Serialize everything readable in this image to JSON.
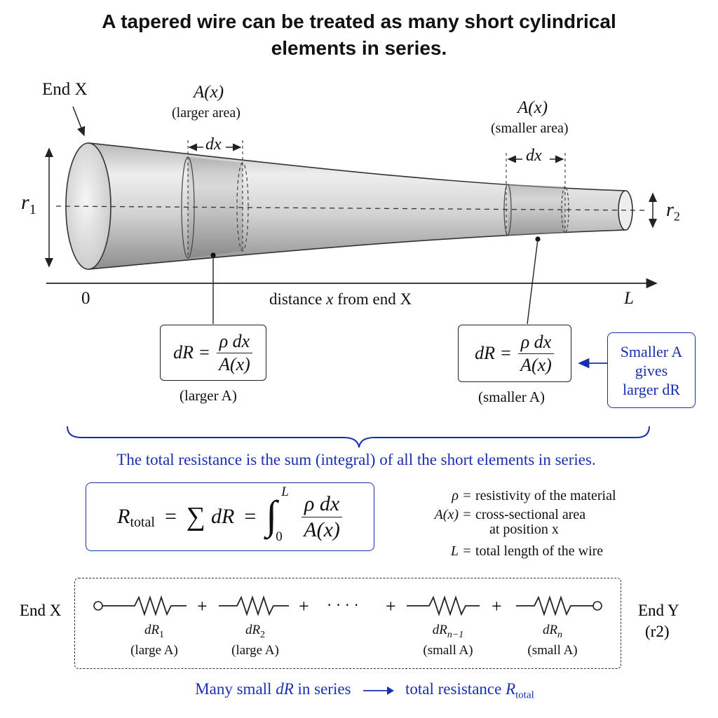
{
  "title": {
    "line1": "A tapered wire can be treated as many short cylindrical",
    "line2": "elements in series."
  },
  "labels": {
    "end_x": "End X",
    "ax_left": "A(x)",
    "ax_left_sub": "(larger area)",
    "ax_right": "A(x)",
    "ax_right_sub": "(smaller area)",
    "dx": "dx",
    "r1": "r",
    "r1_sub": "1",
    "r2": "r",
    "r2_sub": "2",
    "axis_zero": "0",
    "axis_L": "L",
    "axis_caption_pre": "distance ",
    "axis_caption_var": "x",
    "axis_caption_post": " from end X"
  },
  "element_boxes": {
    "left": {
      "lhs": "dR =",
      "num": "ρ dx",
      "den": "A(x)",
      "caption": "(larger A)"
    },
    "right": {
      "lhs": "dR =",
      "num": "ρ dx",
      "den": "A(x)",
      "caption": "(smaller A)"
    }
  },
  "note_box": {
    "line1": "Smaller A",
    "line2": "gives",
    "line3": "larger dR"
  },
  "summary": "The total resistance is the sum (integral) of all the short elements in series.",
  "formula": {
    "R": "R",
    "R_sub": "total",
    "eq1": "=",
    "sum": "∑",
    "dR": "dR",
    "eq2": "=",
    "integral": "∫",
    "upper": "L",
    "lower": "0",
    "num": "ρ dx",
    "den": "A(x)"
  },
  "legend": [
    {
      "sym": "ρ",
      "eq": "=",
      "desc": "resistivity of the material"
    },
    {
      "sym": "A(x)",
      "eq": "=",
      "desc": "cross-sectional area"
    },
    {
      "sym": "",
      "eq": "",
      "desc": "at position x"
    },
    {
      "sym": "L",
      "eq": "=",
      "desc": "total length of the wire"
    }
  ],
  "circuit": {
    "end_left": "End X",
    "end_right": "End Y",
    "end_right_sub": "(r2)",
    "plus": "+",
    "dots": "· · · ·",
    "resistors": [
      {
        "name": "dR",
        "sub": "1",
        "note": "(large A)"
      },
      {
        "name": "dR",
        "sub": "2",
        "note": "(large A)"
      },
      {
        "name": "dR",
        "sub": "n−1",
        "note": "(small A)"
      },
      {
        "name": "dR",
        "sub": "n",
        "note": "(small A)"
      }
    ]
  },
  "footer": {
    "pre": "Many small ",
    "dR": "dR",
    "mid": " in series",
    "post": "total resistance ",
    "R": "R",
    "R_sub": "total"
  },
  "colors": {
    "accent_blue": "#1a2fb0",
    "ink": "#222222",
    "wire_light": "#f0f0f0",
    "wire_dark": "#9a9a9a"
  }
}
